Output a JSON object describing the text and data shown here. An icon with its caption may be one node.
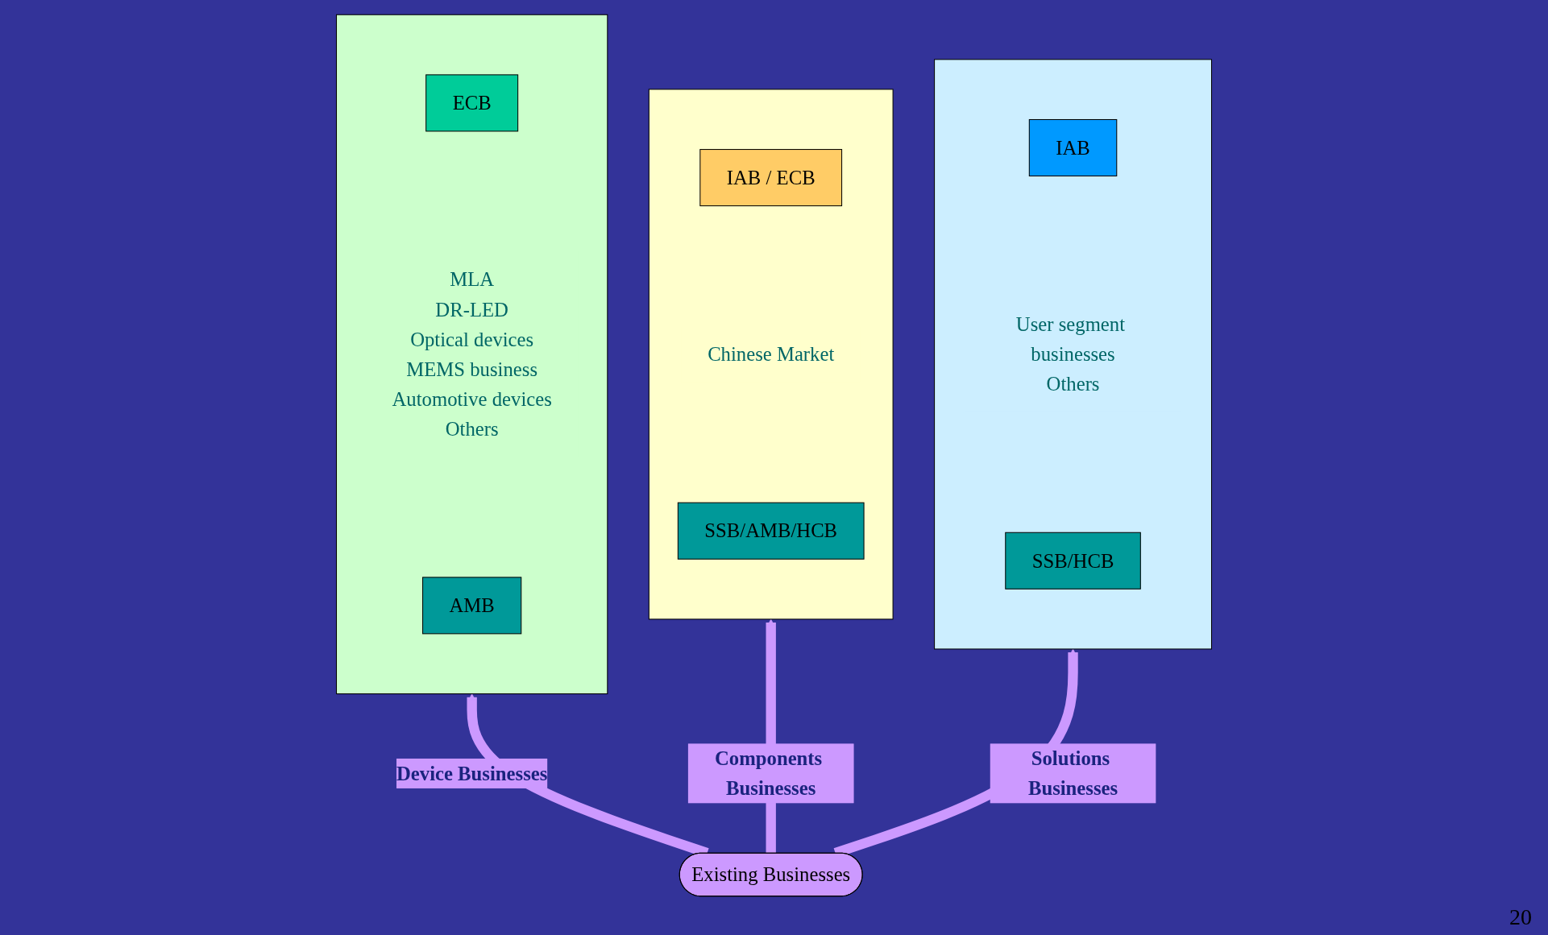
{
  "diagram": {
    "nodes": [
      {
        "text": [],
        "shape": "box"
      },
      {
        "text": [
          "ECB"
        ],
        "in": 0
      },
      {
        "text": [
          "MLA",
          "DR-LED",
          "Optical devices",
          "MEMS business",
          "Automotive devices",
          "Others"
        ],
        "in": 0
      },
      {
        "text": [
          "AMB"
        ],
        "in": 0
      },
      {
        "text": [],
        "shape": "box"
      },
      {
        "text": [
          "IAB / ECB"
        ],
        "in": 4
      },
      {
        "text": [
          "Chinese Market"
        ],
        "in": 4
      },
      {
        "text": [
          "SSB/AMB/HCB"
        ],
        "in": 4
      },
      {
        "text": [],
        "shape": "box"
      },
      {
        "text": [
          "IAB"
        ],
        "in": 8
      },
      {
        "text": [
          "User segment businesses",
          "Others"
        ],
        "in": 8
      },
      {
        "text": [
          "SSB/HCB"
        ],
        "in": 8
      },
      {
        "text": [
          "Existing Businesses"
        ]
      }
    ],
    "edges": [
      {
        "from": 12,
        "to": 0,
        "arrow": "to",
        "label": "Device Businesses"
      },
      {
        "from": 12,
        "to": 4,
        "arrow": "to",
        "label": "Components Businesses"
      },
      {
        "from": 12,
        "to": 8,
        "arrow": "to",
        "label": "Solutions Businesses"
      }
    ],
    "labels": [
      "20"
    ]
  }
}
